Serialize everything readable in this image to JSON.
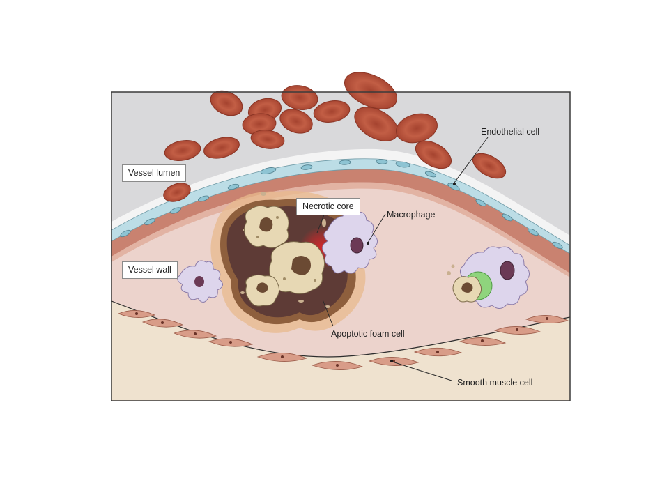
{
  "labels": {
    "vessel_lumen": "Vessel lumen",
    "vessel_wall": "Vessel wall",
    "necrotic_core": "Necrotic core",
    "macrophage": "Macrophage",
    "endothelial_cell": "Endothelial cell",
    "apoptotic_foam_cell": "Apoptotic foam cell",
    "smooth_muscle_cell": "Smooth muscle cell"
  },
  "colors": {
    "lumen": "#d9d9db",
    "endothelium": "#bcdde6",
    "intima_band": "#c98270",
    "vessel_wall": "#ecd3cc",
    "media": "#efe2cf",
    "red_blood_cell": "#b5503c",
    "necrotic_core": "#5e3b36",
    "core_halo": "#e8b98e",
    "foam_cell": "#e7d8b4",
    "macrophage": "#ddd5ec",
    "macrophage_nucleus": "#6b3a55",
    "phagosome": "#8fd47d",
    "smooth_muscle": "#d89c88",
    "inflammation": "#d8262a"
  }
}
